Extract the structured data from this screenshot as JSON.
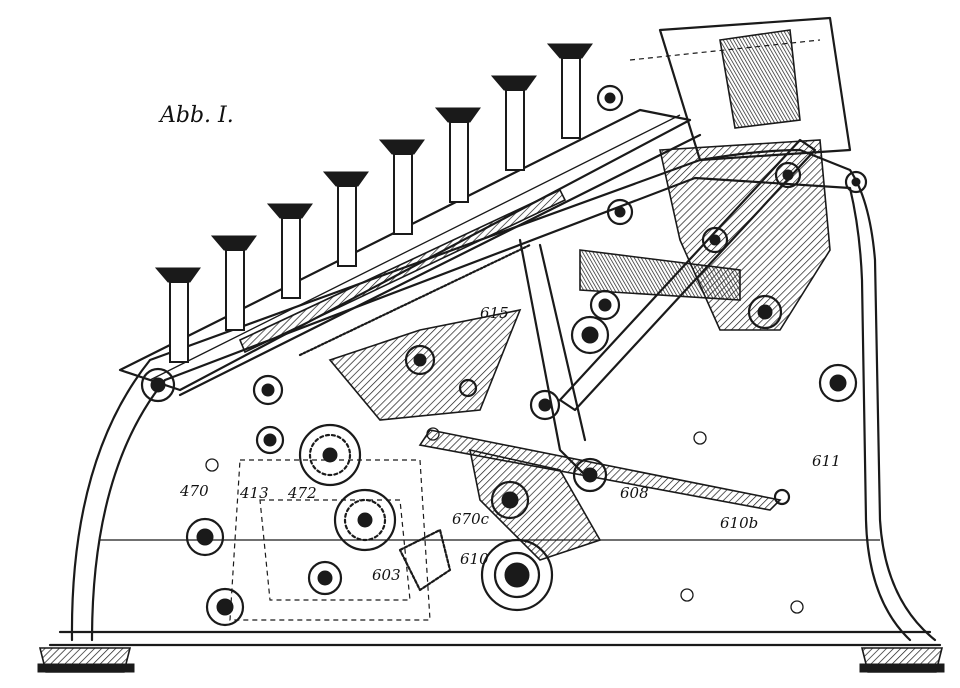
{
  "figure": {
    "title": "Abb. I.",
    "part_labels": {
      "p615": "615",
      "p611": "611",
      "p608": "608",
      "p610b": "610b",
      "p670c": "670c",
      "p610": "610",
      "p603": "603",
      "p470": "470",
      "p413": "413",
      "p472": "472"
    }
  }
}
